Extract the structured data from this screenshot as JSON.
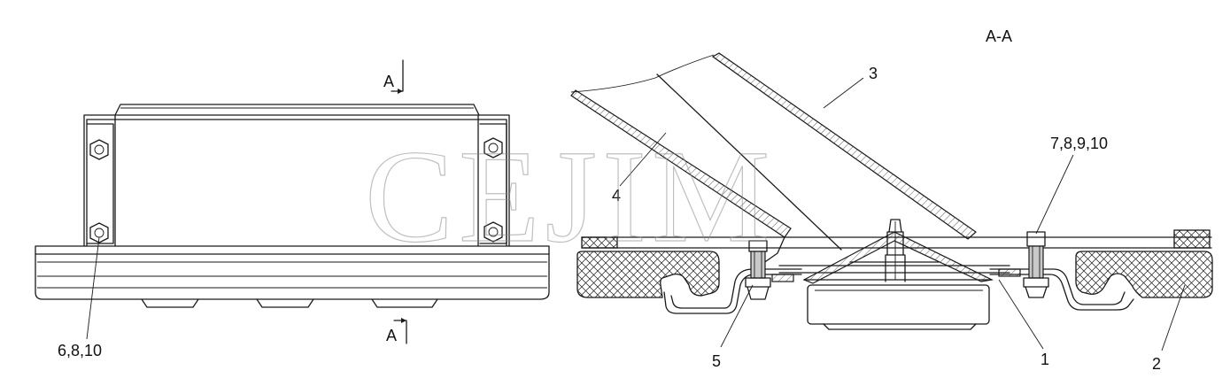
{
  "section_title": "A-A",
  "section_marks": {
    "top": "A",
    "bottom": "A"
  },
  "watermark": "CEJIM",
  "callouts": {
    "c1": "1",
    "c2": "2",
    "c3": "3",
    "c4": "4",
    "c5": "5",
    "c6810": "6,8,10",
    "c78910": "7,8,9,10"
  },
  "colors": {
    "line": "#1a1a1a",
    "gray": "#c9c9c9",
    "watermark": "#8a8a8a"
  }
}
